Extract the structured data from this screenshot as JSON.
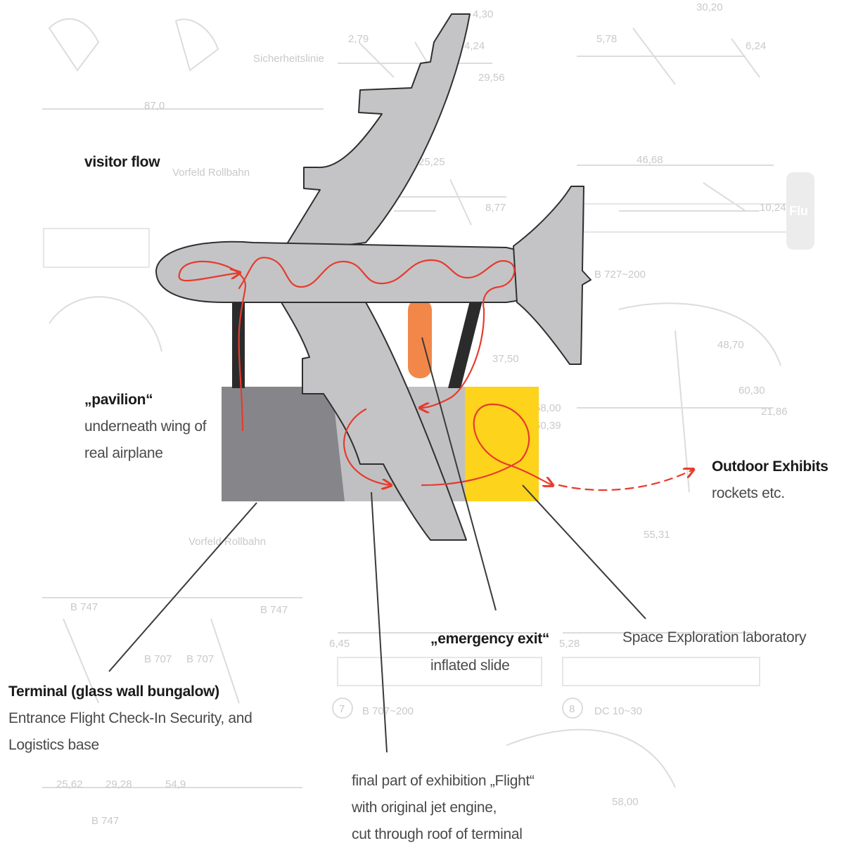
{
  "labels": {
    "visitor_flow": "visitor flow",
    "pavilion": {
      "title": "„pavilion“",
      "lines": [
        "underneath wing of",
        "real airplane"
      ]
    },
    "terminal": {
      "title": "Terminal (glass wall bungalow)",
      "lines": [
        "Entrance Flight Check-In Security, and",
        "Logistics base"
      ]
    },
    "emergency": {
      "title": "„emergency exit“",
      "lines": [
        "inflated slide"
      ]
    },
    "space_lab": "Space Exploration laboratory",
    "outdoor": {
      "title": "Outdoor Exhibits",
      "lines": [
        "rockets etc."
      ]
    },
    "final_part": {
      "lines": [
        "final part of exhibition  „Flight“",
        "with original jet engine,",
        "cut through roof of terminal"
      ]
    }
  },
  "background_text": {
    "dims": [
      "87,0",
      "25,25",
      "46,68",
      "8,77",
      "10,24",
      "37,50",
      "48,70",
      "58,00",
      "50,39",
      "60,30",
      "21,86",
      "55,31",
      "25,62",
      "29,28",
      "54,9",
      "58,00",
      "5,78",
      "2,79",
      "4,24",
      "29,56",
      "4,30",
      "30,20",
      "6,45",
      "5,28",
      "6,24"
    ],
    "words": [
      "Sicherheitslinie",
      "Vorfeld Rollbahn",
      "Vorfeld Rollbahn",
      "B 727~200",
      "B 747",
      "B 707",
      "B 707",
      "B 747",
      "B 747",
      "B 707~200",
      "DC 10~30",
      "7",
      "8",
      "Flu"
    ]
  },
  "colors": {
    "airplane": "#c4c4c6",
    "terminal": "#86868a",
    "hall": "#c0c0c2",
    "space_lab": "#fdd31b",
    "slide": "#f2874a",
    "flow_line": "#e63b2e",
    "strut": "#2b2b2b",
    "leader": "#3a3a3a"
  }
}
